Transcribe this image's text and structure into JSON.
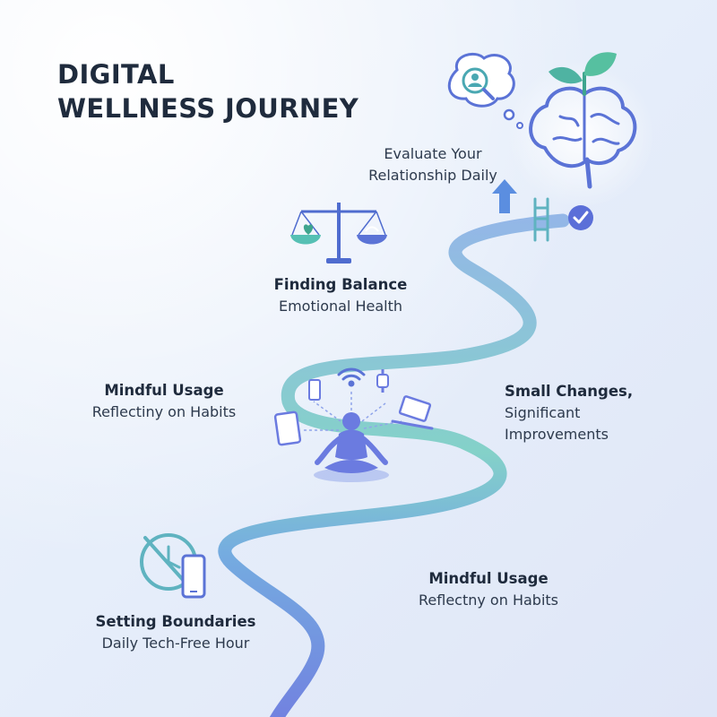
{
  "title": {
    "line1": "DIGITAL",
    "line2": "WELLNESS JOURNEY"
  },
  "colors": {
    "path_start": "#7fd6c4",
    "path_mid": "#6fa8df",
    "path_end": "#6b78de",
    "icon_teal": "#4aa8b2",
    "icon_blue": "#5b73d6"
  },
  "milestones": {
    "evaluate": {
      "text_line1": "Evaluate Your",
      "text_line2": "Relationship Daily"
    },
    "balance": {
      "heading": "Finding Balance",
      "subtitle": "Emotional Health"
    },
    "mindful_upper": {
      "heading": "Mindful Usage",
      "subtitle": "Reflectiny on Habits"
    },
    "small_changes": {
      "heading": "Small Changes,",
      "line2": "Significant",
      "line3": "Improvements"
    },
    "mindful_lower": {
      "heading": "Mindful Usage",
      "subtitle": "Reflectny on Habits"
    },
    "boundaries": {
      "heading": "Setting Boundaries",
      "subtitle": "Daily Tech-Free Hour"
    }
  },
  "icons": [
    "user-search-icon",
    "brain-sprout-icon",
    "arrow-up-icon",
    "ladder-icon",
    "checkmark-icon",
    "balance-scale-icon",
    "meditation-figure-icon",
    "smartphone-icon",
    "wifi-icon",
    "smartwatch-icon",
    "tablet-icon",
    "laptop-icon",
    "clock-no-phone-icon"
  ]
}
